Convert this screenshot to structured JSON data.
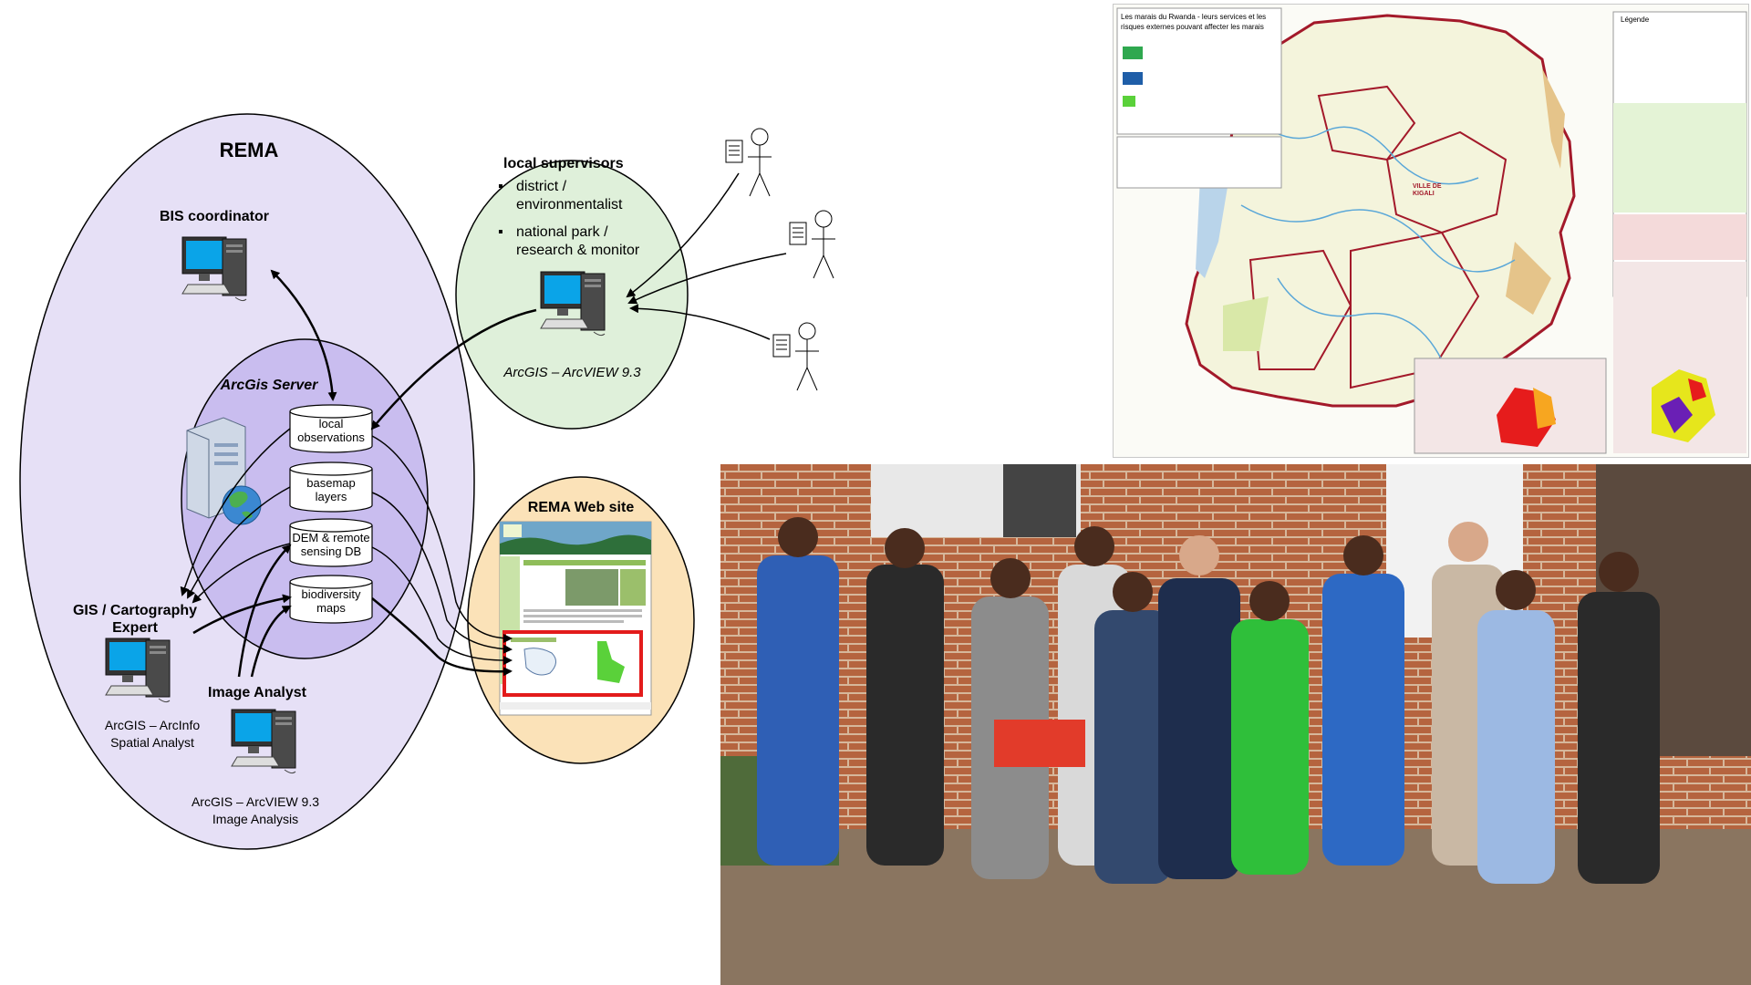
{
  "rema": {
    "title": "REMA"
  },
  "bis_coordinator": {
    "label": "BIS coordinator"
  },
  "arcgis_server": {
    "label": "ArcGis Server"
  },
  "databases": [
    {
      "label": "local observations"
    },
    {
      "label": "basemap layers"
    },
    {
      "label": "DEM & remote sensing DB"
    },
    {
      "label": "biodiversity maps"
    }
  ],
  "gis_expert": {
    "label": "GIS / Cartography Expert",
    "software": "ArcGIS – ArcInfo Spatial Analyst"
  },
  "image_analyst": {
    "label": "Image Analyst",
    "software": "ArcGIS – ArcVIEW 9.3 Image Analysis"
  },
  "local_supervisors": {
    "title": "local supervisors",
    "items": [
      "district / environmentalist",
      "national park / research & monitor"
    ],
    "software": "ArcGIS – ArcVIEW 9.3"
  },
  "web_site": {
    "title": "REMA Web site"
  },
  "map_title": "Les marais du Rwanda - leurs services et les risques externes pouvant affecter les marais",
  "map_legend_title": "Légende",
  "map_city": "VILLE DE KIGALI",
  "colors": {
    "rema_fill": "#e6e0f6",
    "server_fill": "#c9bdef",
    "supervisor_fill": "#dff0da",
    "website_fill": "#fbe2b8",
    "map_border": "#a3192a",
    "website_highlight": "#e31b1b"
  }
}
